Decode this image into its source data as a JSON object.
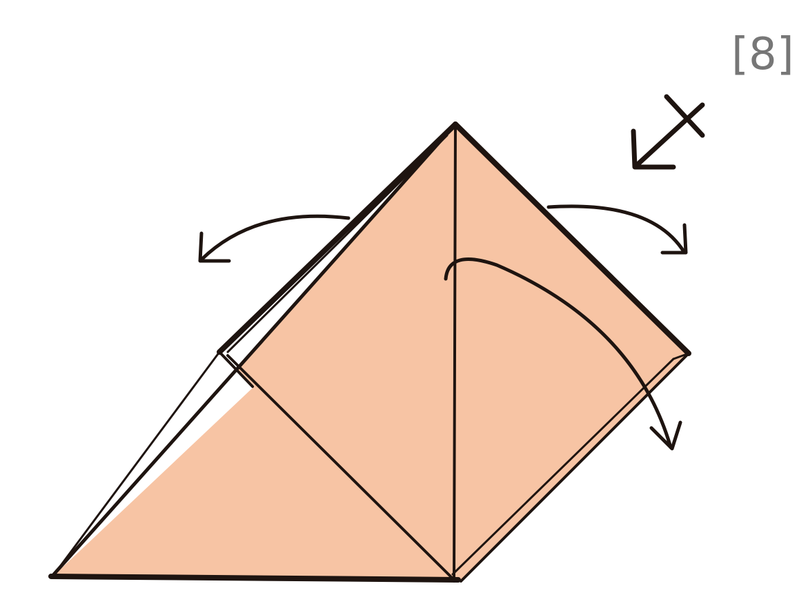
{
  "step_label": "[8]",
  "colors": {
    "paper": "#f7c4a4",
    "line": "#1e1410",
    "label": "#777777",
    "background": "#ffffff"
  },
  "symbols": [
    "turn-over-icon",
    "unfold-left-arrow",
    "unfold-right-arrow",
    "fold-down-arrow"
  ]
}
